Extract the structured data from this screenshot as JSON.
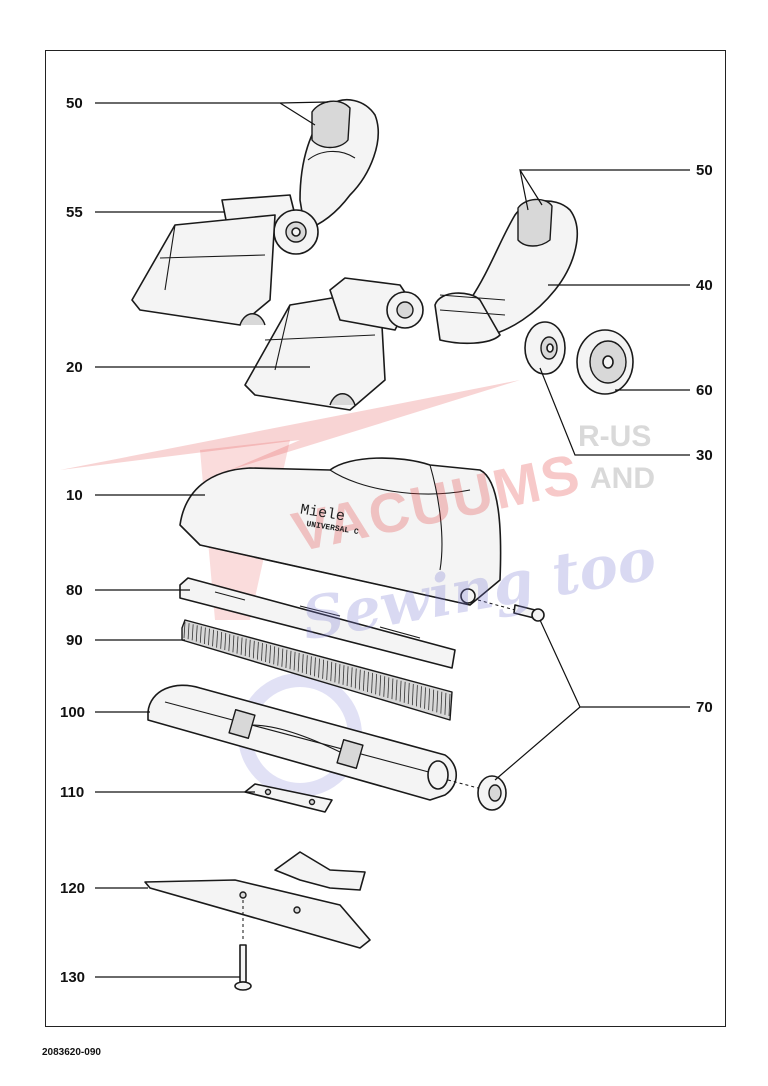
{
  "document_number": "2083620-090",
  "watermark": {
    "main": "VACUUMS",
    "r_us": "R-US",
    "and": "AND",
    "sewing": "Sewing too"
  },
  "brand_text": {
    "name": "Miele",
    "model": "UNIVERSAL C"
  },
  "part_labels": {
    "p50_left": "50",
    "p55": "55",
    "p20": "20",
    "p10": "10",
    "p80": "80",
    "p90": "90",
    "p100": "100",
    "p110": "110",
    "p120": "120",
    "p130": "130",
    "p50_right": "50",
    "p40": "40",
    "p60": "60",
    "p30": "30",
    "p70": "70"
  },
  "colors": {
    "line": "#1a1a1a",
    "watermark_red": "#e13c3c",
    "watermark_blue": "#7878d2",
    "watermark_gray": "#aaaaaa"
  }
}
